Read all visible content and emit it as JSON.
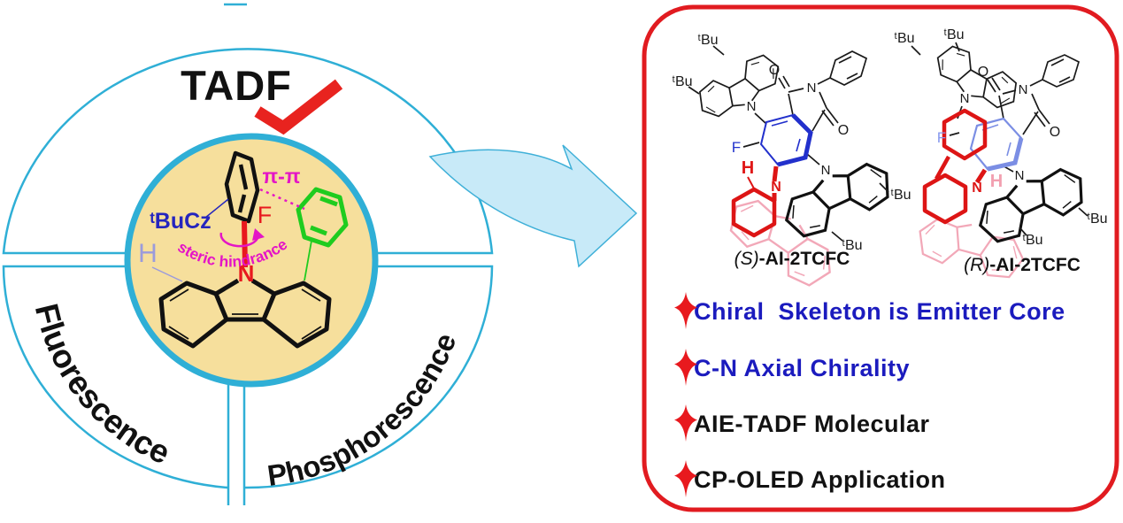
{
  "left_diagram": {
    "sector_top_label": "TADF",
    "sector_bottom_left_label": "Fluorescence",
    "sector_bottom_right_label": "Phosphorescence",
    "center_molecule": {
      "substituent_label": "ᵗBuCz",
      "pi_pi_label": "π-π",
      "steric_label": "steric hindrance",
      "fluorine": "F",
      "hydrogen": "H",
      "nitrogen": "N"
    }
  },
  "right_panel": {
    "molecule_s": {
      "stereo_prefix": "(S)",
      "name_suffix": "-AI-2TCFC"
    },
    "molecule_r": {
      "stereo_prefix": "(R)",
      "name_suffix": "-AI-2TCFC"
    },
    "atoms": {
      "tbu": "ᵗBu",
      "oxygen": "O",
      "nitrogen": "N",
      "fluorine": "F",
      "hydrogen": "H"
    },
    "bullets": [
      {
        "label": "Chiral  Skeleton is Emitter Core"
      },
      {
        "label": "C-N Axial Chirality"
      },
      {
        "label": "AIE-TADF Molecular"
      },
      {
        "label": "CP-OLED Application"
      }
    ]
  },
  "colors": {
    "cyan": "#2FAFD6",
    "yellow_fill": "#F6DF9C",
    "panel_red": "#E11B20",
    "accent_red": "#E8191E",
    "blue_text": "#1B1BBE",
    "magenta": "#E415C6",
    "green": "#1FCC1F",
    "lavender": "#9B9BDC",
    "pink": "#F2A8B8",
    "royal_blue": "#2230CC",
    "periwinkle": "#7B8EE4",
    "arrow_fill": "#C8EAF8"
  }
}
